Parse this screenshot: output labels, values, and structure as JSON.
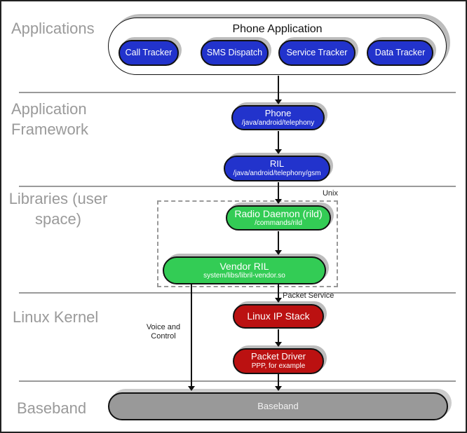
{
  "layers": {
    "applications": "Applications",
    "application_framework": "Application Framework",
    "libraries": "Libraries (user space)",
    "linux_kernel": "Linux Kernel",
    "baseband": "Baseband"
  },
  "phone_application": {
    "title": "Phone Application",
    "apps": [
      "Call Tracker",
      "SMS Dispatch",
      "Service Tracker",
      "Data Tracker"
    ]
  },
  "nodes": {
    "phone": {
      "title": "Phone",
      "subtitle": "/java/android/telephony"
    },
    "ril": {
      "title": "RIL",
      "subtitle": "/java/android/telephony/gsm"
    },
    "radio_daemon": {
      "title": "Radio Daemon (rild)",
      "subtitle": "/commands/rild"
    },
    "vendor_ril": {
      "title": "Vendor RIL",
      "subtitle": "system/libs/libril-vendor.so"
    },
    "linux_ip_stack": {
      "title": "Linux IP Stack"
    },
    "packet_driver": {
      "title": "Packet Driver",
      "subtitle": "PPP, for example"
    },
    "baseband": {
      "title": "Baseband"
    }
  },
  "annotations": {
    "unix": "Unix",
    "packet_service": "Packet Service",
    "voice_and_control": "Voice and Control"
  },
  "colors": {
    "app_blue": "#2233cc",
    "library_green": "#33cc55",
    "kernel_red": "#bb1111",
    "baseband_gray": "#999999",
    "label_gray": "#9a9a9a"
  }
}
